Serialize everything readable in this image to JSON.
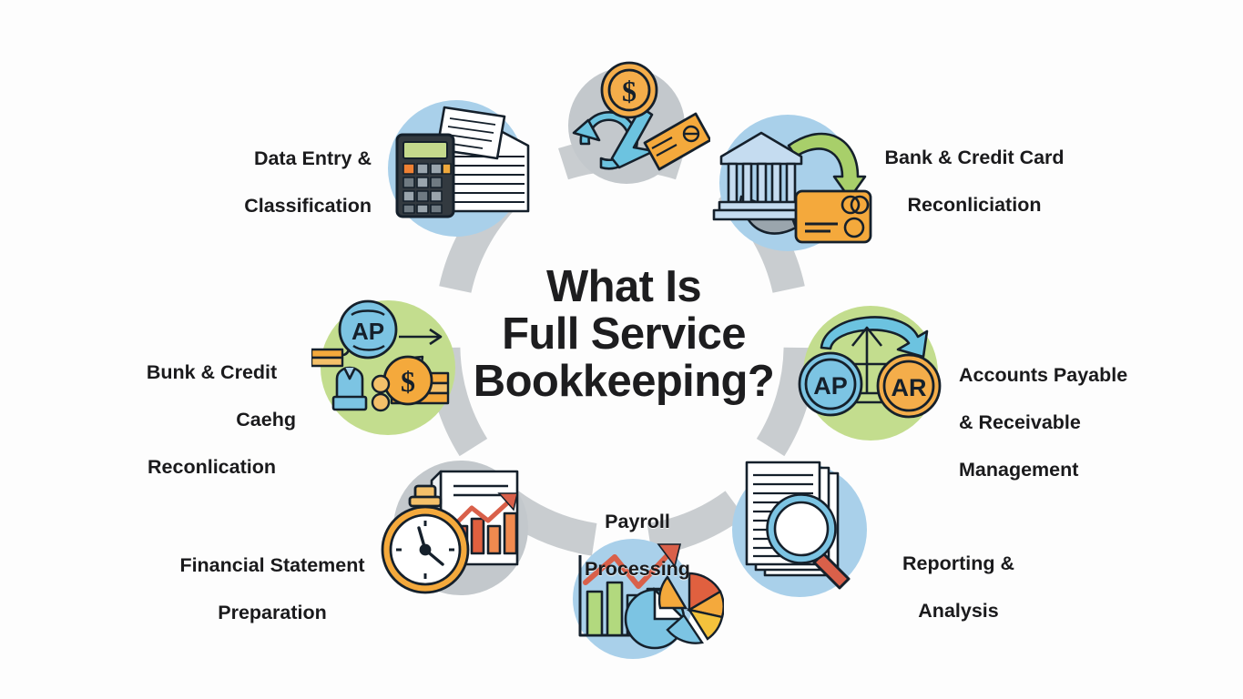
{
  "title": {
    "lines": [
      "What Is",
      "Full Service",
      "Bookkeeping?"
    ],
    "color": "#1d1d1f"
  },
  "colors": {
    "background": "#fdfdfd",
    "ring": "#c9cdd0",
    "bubble_blue": "#a9d0ea",
    "bubble_green": "#c3dd8e",
    "bubble_gray": "#c3c8cc",
    "accent_orange": "#f4a93c",
    "accent_blue": "#6cc3e0",
    "accent_green": "#a8cf6a",
    "accent_red": "#d9604a",
    "outline": "#15202b",
    "text": "#1a1a1c"
  },
  "nodes": [
    {
      "id": "data-entry",
      "label_lines": [
        "Data Entry &",
        "Classification"
      ],
      "label_align": "right",
      "bubble_color": "#a9d0ea",
      "icon_name": "calculator-documents-icon"
    },
    {
      "id": "cash-flow",
      "label_lines": [],
      "label_align": "center",
      "bubble_color": "#c3c8cc",
      "icon_name": "refresh-coin-card-icon"
    },
    {
      "id": "bank-credit-card",
      "label_lines": [
        "Bank & Credit Card",
        "Reconliciation"
      ],
      "label_align": "center",
      "bubble_color": "#a9d0ea",
      "icon_name": "bank-card-arrows-icon"
    },
    {
      "id": "accounts-payable-receivable",
      "label_lines": [
        "Accounts Payable",
        "& Receivable",
        "Management"
      ],
      "label_align": "left",
      "bubble_color": "#c3dd8e",
      "icon_name": "ap-ar-coins-icon"
    },
    {
      "id": "reporting-analysis",
      "label_lines": [
        "Reporting &",
        "Analysis"
      ],
      "label_align": "center",
      "bubble_color": "#a9d0ea",
      "icon_name": "documents-magnifier-icon"
    },
    {
      "id": "payroll-processing",
      "label_lines": [
        "Payroll",
        "Processing"
      ],
      "label_align": "center",
      "bubble_color": "#a9d0ea",
      "icon_name": "bar-pie-chart-icon"
    },
    {
      "id": "financial-statement",
      "label_lines": [
        "Financial Statement",
        "Preparation"
      ],
      "label_align": "center",
      "bubble_color": "#c3c8cc",
      "icon_name": "stopwatch-report-icon"
    },
    {
      "id": "bunk-credit-caehg",
      "label_lines": [
        "Bunk & Credit",
        "Caehg",
        "Reconlication"
      ],
      "label_align": "mixed",
      "bubble_color": "#c3dd8e",
      "icon_name": "ap-payroll-money-icon"
    }
  ],
  "icon_text": {
    "ap": "AP",
    "ar": "AR",
    "ap_left": "AP",
    "dollar": "$"
  }
}
